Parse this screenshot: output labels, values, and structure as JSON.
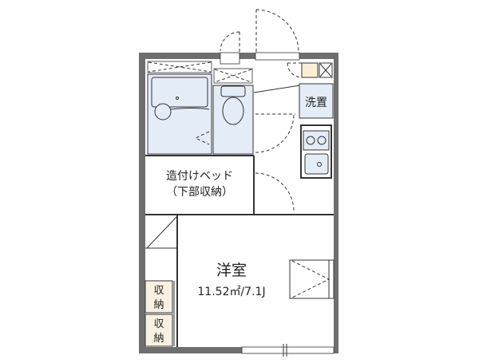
{
  "plan": {
    "bed_label_1": "造付けベッド",
    "bed_label_2": "（下部収納）",
    "laundry_label": "洗置",
    "room_label": "洋室",
    "room_size": "11.52㎡/7.1J",
    "storage_1_label": [
      "収",
      "納"
    ],
    "storage_2_label": [
      "収",
      "納"
    ]
  },
  "colors": {
    "wall": "#6e6e6e",
    "wet_area": "#e4ecf8",
    "storage": "#f8f0e0",
    "meter_box": "#fbefd6"
  }
}
